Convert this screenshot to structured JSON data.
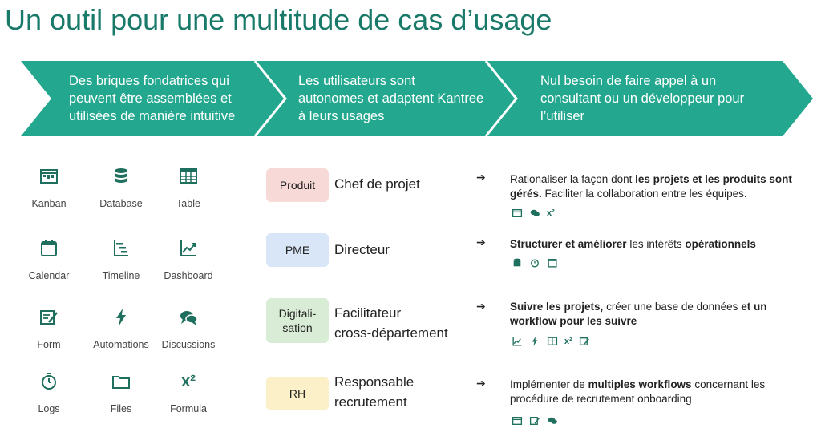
{
  "title": "Un outil pour une multitude de cas d’usage",
  "colors": {
    "teal": "#23a88f",
    "title": "#1a7a6a",
    "icon": "#1f6f5e",
    "produit": "#f7d9d8",
    "pme": "#d9e6f8",
    "digital": "#d9ecd6",
    "rh": "#fbf0c8"
  },
  "chevrons": [
    {
      "line1": "Des briques fondatrices qui",
      "line2": "peuvent être assemblées et",
      "line3": "utilisées de manière intuitive"
    },
    {
      "line1": "Les utilisateurs sont",
      "line2": "autonomes et adaptent Kantree",
      "line3": "à leurs usages"
    },
    {
      "line1": "Nul besoin de faire appel à un",
      "line2": "consultant ou un développeur pour",
      "line3": "l’utiliser"
    }
  ],
  "features": [
    {
      "label": "Kanban",
      "icon": "kanban-icon"
    },
    {
      "label": "Database",
      "icon": "database-icon"
    },
    {
      "label": "Table",
      "icon": "table-icon"
    },
    {
      "label": "Calendar",
      "icon": "calendar-icon"
    },
    {
      "label": "Timeline",
      "icon": "timeline-icon"
    },
    {
      "label": "Dashboard",
      "icon": "dashboard-icon"
    },
    {
      "label": "Form",
      "icon": "form-icon"
    },
    {
      "label": "Automations",
      "icon": "lightning-icon"
    },
    {
      "label": "Discussions",
      "icon": "discussion-icon"
    },
    {
      "label": "Logs",
      "icon": "stopwatch-icon"
    },
    {
      "label": "Files",
      "icon": "folder-icon"
    },
    {
      "label": "Formula",
      "icon": "formula-icon",
      "glyph": "x²"
    }
  ],
  "cases": [
    {
      "badge": "Produit",
      "role1": "Chef de projet",
      "role2": "",
      "arrow": "➔",
      "d1": "Rationaliser la façon dont ",
      "d1b": "les projets et les produits sont",
      "d2b": "gérés.",
      "d2": " Faciliter la collaboration entre les équipes.",
      "mini_formula": "x²"
    },
    {
      "badge": "PME",
      "role1": "Directeur",
      "role2": "",
      "arrow": "➔",
      "d1b": "Structurer et améliorer",
      "d1": " les intérêts ",
      "d1b2": "opérationnels"
    },
    {
      "badge1": "Digitali-",
      "badge2": "sation",
      "role1": "Facilitateur",
      "role2": "cross-département",
      "arrow": "➔",
      "d1b": "Suivre les projets,",
      "d1": " créer une base de données ",
      "d1b2": "et un",
      "d2b": "workflow pour les suivre",
      "mini_formula": "x²"
    },
    {
      "badge": "RH",
      "role1": "Responsable",
      "role2": "recrutement",
      "arrow": "➔",
      "d1": "Implémenter de ",
      "d1b": "multiples workflows",
      "d1c": " concernant les",
      "d2": "procédure de recrutement onboarding"
    }
  ]
}
